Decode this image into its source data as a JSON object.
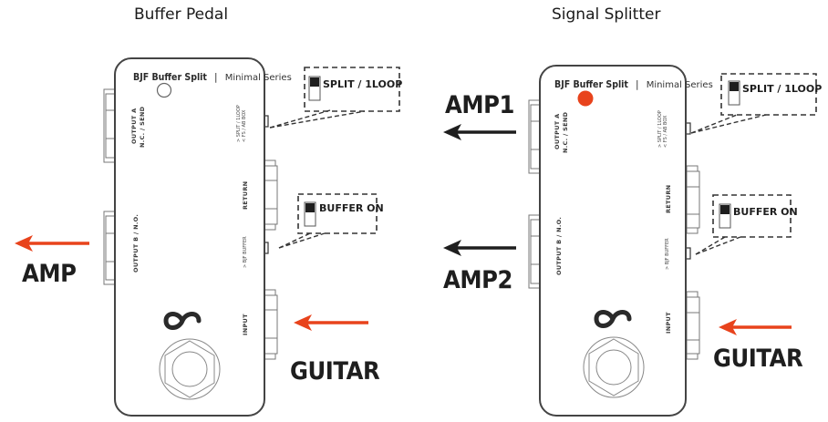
{
  "diagrams": [
    {
      "title": "Buffer Pedal",
      "pedal": {
        "brand": "BJF Buffer Split",
        "separator": "|",
        "series": "Minimal Series",
        "led_state": "off",
        "jack_labels": {
          "output_a_line1": "OUTPUT A",
          "output_a_line2": "N.C. / SEND",
          "output_b": "OUTPUT B / N.O.",
          "return": "RETURN",
          "input": "INPUT",
          "mode_line1": "> SPLIT / 1LOOP",
          "mode_line2": "< FS / AB BOX",
          "buffer": "> BJF BUFFER"
        }
      },
      "switches": [
        {
          "label": "SPLIT / 1LOOP",
          "position": "up"
        },
        {
          "label": "BUFFER ON",
          "position": "up"
        }
      ],
      "signal_labels": {
        "output": "AMP",
        "input": "GUITAR"
      }
    },
    {
      "title": "Signal Splitter",
      "pedal": {
        "brand": "BJF Buffer Split",
        "separator": "|",
        "series": "Minimal Series",
        "led_state": "on",
        "jack_labels": {
          "output_a_line1": "OUTPUT A",
          "output_a_line2": "N.C. / SEND",
          "output_b": "OUTPUT B / N.O.",
          "return": "RETURN",
          "input": "INPUT",
          "mode_line1": "> SPLIT / 1LOOP",
          "mode_line2": "< FS / AB BOX",
          "buffer": "> BJF BUFFER"
        }
      },
      "switches": [
        {
          "label": "SPLIT / 1LOOP",
          "position": "up"
        },
        {
          "label": "BUFFER ON",
          "position": "up"
        }
      ],
      "signal_labels": {
        "output1": "AMP1",
        "output2": "AMP2",
        "input": "GUITAR"
      }
    }
  ],
  "colors": {
    "signal_arrow": "#e8431c",
    "output_arrow_splitter": "#1e1e1e",
    "led_on": "#e8431c",
    "outline": "#555555"
  },
  "icons": {
    "logo": "one-control-infinity-logo",
    "footswitch": "hex-nut-footswitch"
  }
}
